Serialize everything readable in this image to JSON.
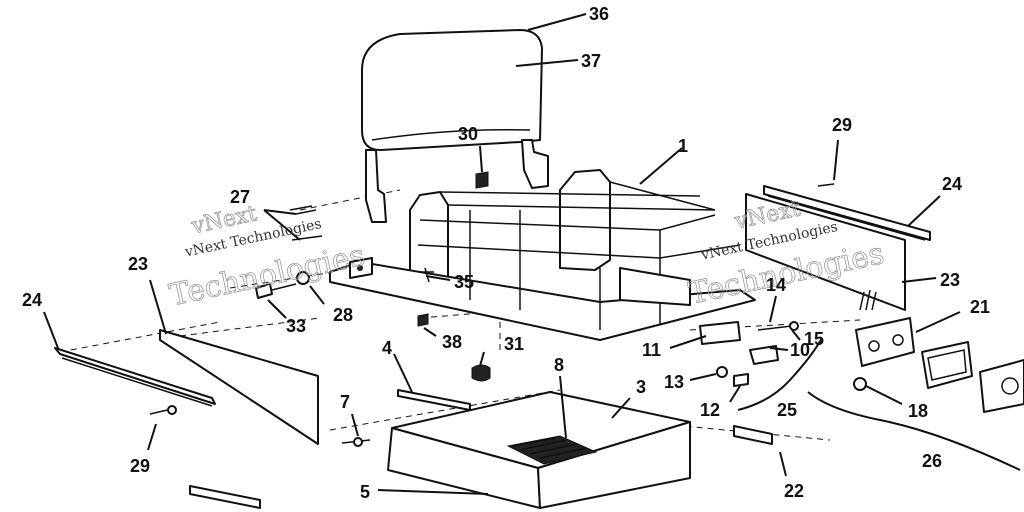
{
  "watermark": {
    "line1": "vNext Technologies",
    "line2": "vNext",
    "line3": "Technologies"
  },
  "callouts": {
    "n1": "1",
    "n3": "3",
    "n4": "4",
    "n5": "5",
    "n7": "7",
    "n8": "8",
    "n10": "10",
    "n11": "11",
    "n12": "12",
    "n13": "13",
    "n14": "14",
    "n15": "15",
    "n18": "18",
    "n21": "21",
    "n22": "22",
    "n23a": "23",
    "n23b": "23",
    "n24a": "24",
    "n24b": "24",
    "n25": "25",
    "n26": "26",
    "n27": "27",
    "n28": "28",
    "n29a": "29",
    "n29b": "29",
    "n30": "30",
    "n31": "31",
    "n33": "33",
    "n35": "35",
    "n36": "36",
    "n37": "37",
    "n38": "38"
  }
}
